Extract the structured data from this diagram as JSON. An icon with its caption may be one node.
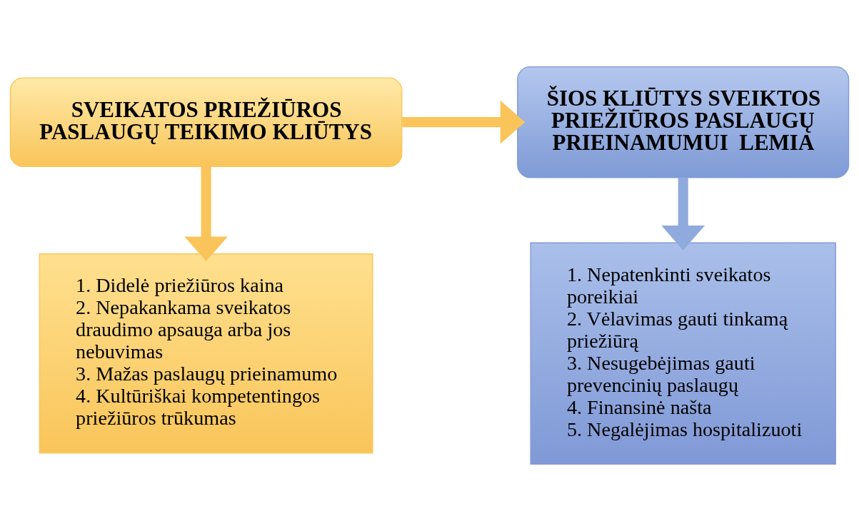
{
  "diagram": {
    "nodes": [
      {
        "text": [
          "SVEIKATOS PRIEŽIŪROS PASLAUGŲ TEIKIMO KLIŪTYS"
        ]
      },
      {
        "text": [
          "ŠIOS KLIŪTYS SVEIKTOS PRIEŽIŪROS PASLAUGŲ PRIEINAMUMUI  LEMIA"
        ]
      },
      {
        "text": [
          "1. Didelė priežiūros kaina",
          "2. Nepakankama sveikatos draudimo apsauga arba jos nebuvimas",
          "3. Mažas paslaugų prieinamumo",
          "4. Kultūriškai kompetentingos priežiūros trūkumas"
        ]
      },
      {
        "text": [
          "1. Nepatenkinti sveikatos poreikiai",
          "2. Vėlavimas gauti tinkamą priežiūrą",
          "3. Nesugebėjimas gauti prevencinių paslaugų",
          "4. Finansinė našta",
          "5. Negalėjimas hospitalizuoti"
        ]
      }
    ],
    "edges": [
      {
        "from": 0,
        "to": 1,
        "arrow": "to"
      },
      {
        "from": 0,
        "to": 2,
        "arrow": "to"
      },
      {
        "from": 1,
        "to": 3,
        "arrow": "to",
        "color": "#8faadc"
      }
    ]
  }
}
